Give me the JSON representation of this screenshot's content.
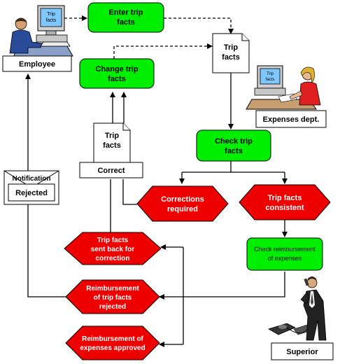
{
  "colors": {
    "green": "#00ee00",
    "red": "#ee0000",
    "black": "#000000",
    "white": "#ffffff"
  },
  "nodes": {
    "enter_trip_facts": [
      "Enter trip",
      "facts"
    ],
    "change_trip_facts": [
      "Change trip",
      "facts"
    ],
    "check_trip_facts": [
      "Check trip",
      "facts"
    ],
    "check_reimbursement": [
      "Check reimbursement",
      "of expenses"
    ],
    "corrections_required": [
      "Corrections",
      "required"
    ],
    "trip_facts_consistent": [
      "Trip facts",
      "consistent"
    ],
    "trip_facts_sent_back": [
      "Trip facts",
      "sent back for",
      "correction"
    ],
    "reimbursement_rejected": [
      "Reimbursement",
      "of trip facts",
      "rejected"
    ],
    "reimbursement_approved": [
      "Reimbursement of",
      "expenses approved"
    ]
  },
  "documents": {
    "trip_facts_top": [
      "Trip",
      "facts"
    ],
    "trip_facts_left": [
      "Trip",
      "facts"
    ]
  },
  "labels": {
    "employee": "Employee",
    "expenses_dept": "Expenses dept.",
    "superior": "Superior",
    "correct": "Correct",
    "notification": "Notification",
    "rejected": "Rejected"
  },
  "icons": {
    "employee": "person-at-computer-icon",
    "expenses_dept": "woman-at-computer-icon",
    "superior": "businessman-phone-icon"
  },
  "screen_text": {
    "employee_screen": [
      "Trip",
      "facts"
    ],
    "expenses_screen": [
      "Trip",
      "facts"
    ]
  }
}
